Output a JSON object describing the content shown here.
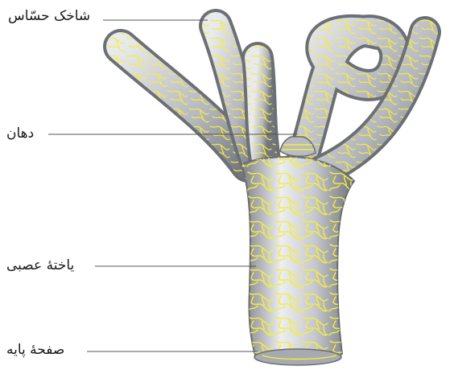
{
  "labels": {
    "tentacle": "شاخک حسّاس",
    "mouth": "دهان",
    "nerve_cell": "یاختهٔ عصبی",
    "basal_disc": "صفحهٔ پایه"
  },
  "colors": {
    "body_light": "#e6e7ea",
    "body_mid": "#b4b6bd",
    "body_dark": "#6f717a",
    "nerve_net": "#f3ee3a",
    "leader_line": "#555555"
  }
}
